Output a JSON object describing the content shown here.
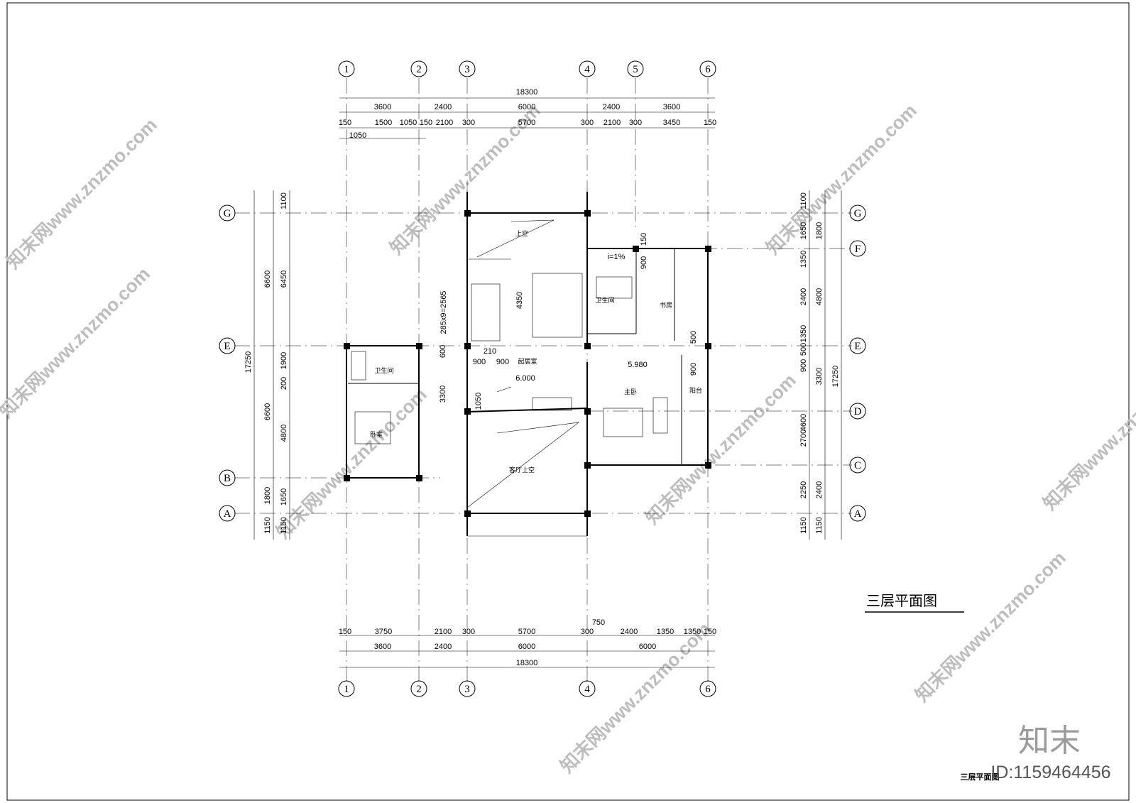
{
  "drawing": {
    "title": "三层平面图",
    "footer_title": "三层平面图",
    "brand_logo": "知末",
    "id_text": "ID:1159464456",
    "watermark": "知末网www.znzmo.com"
  },
  "grid": {
    "cols": [
      "1",
      "2",
      "3",
      "4",
      "5",
      "6"
    ],
    "bottom_cols": [
      "1",
      "2",
      "3",
      "4",
      "6"
    ],
    "rows_left": [
      "G",
      "E",
      "B",
      "A"
    ],
    "rows_right": [
      "G",
      "F",
      "E",
      "D",
      "C",
      "A"
    ]
  },
  "dims": {
    "top_total": "18300",
    "top_mid": [
      "3600",
      "2400",
      "6000",
      "2400",
      "3600"
    ],
    "top_detail": [
      "150",
      "1500",
      "1050",
      "150",
      "2100",
      "300",
      "5700",
      "300",
      "2100",
      "300",
      "3450",
      "150"
    ],
    "top_extra": "1050",
    "bottom_detail": [
      "150",
      "3750",
      "2100",
      "300",
      "5700",
      "300",
      "750",
      "2400",
      "1350",
      "1350",
      "150"
    ],
    "bottom_mid": [
      "3600",
      "2400",
      "6000",
      "6000"
    ],
    "bottom_total": "18300",
    "left_outer": [
      "6600",
      "6600",
      "1800",
      "1150"
    ],
    "left_total": "17250",
    "left_inner": [
      "1100",
      "6450",
      "1900",
      "200",
      "4800",
      "1650",
      "1150"
    ],
    "right_outer": [
      "1800",
      "4800",
      "3300",
      "2400",
      "1150"
    ],
    "right_total": "17250",
    "right_inner": [
      "1100",
      "1650",
      "1350",
      "2400",
      "1350",
      "900",
      "500",
      "4600",
      "2700",
      "2250",
      "1150"
    ]
  },
  "rooms": {
    "void_upper": "上空",
    "living_void": "客厅上空",
    "lounge": "起居室",
    "master_bed": "主卧",
    "bedroom": "卧室",
    "bath_left": "卫生间",
    "bath_right": "卫生间",
    "study": "书房",
    "balcony": "阳台"
  },
  "notes": {
    "stair": "285x9=2565",
    "stair_h": "4350",
    "level1": "6.000",
    "level2": "5.980",
    "slope": "i=1%",
    "d150": "150",
    "d600": "600",
    "d210": "210",
    "d900a": "900",
    "d900b": "900",
    "d900c": "900",
    "d900d": "900",
    "d3300": "3300",
    "d1050": "1050",
    "d500": "500"
  }
}
